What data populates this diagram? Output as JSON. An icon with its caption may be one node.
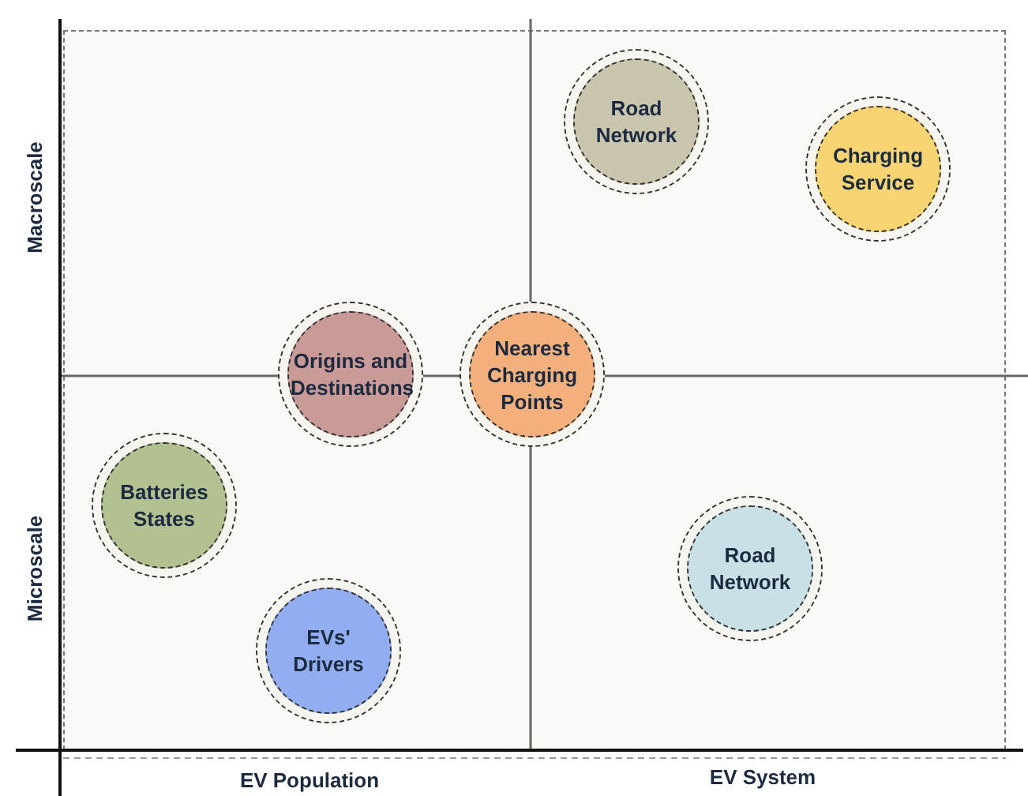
{
  "diagram": {
    "nodes": [
      {
        "text": [
          "Road Network"
        ]
      },
      {
        "text": [
          "Charging Service"
        ]
      },
      {
        "text": [
          "Origins and Destinations"
        ]
      },
      {
        "text": [
          "Nearest Charging Points"
        ]
      },
      {
        "text": [
          "Batteries States"
        ]
      },
      {
        "text": [
          "Road Network"
        ]
      },
      {
        "text": [
          "EVs' Drivers"
        ]
      }
    ],
    "labels": [
      "Macroscale",
      "Microscale",
      "EV Population",
      "EV System"
    ]
  }
}
